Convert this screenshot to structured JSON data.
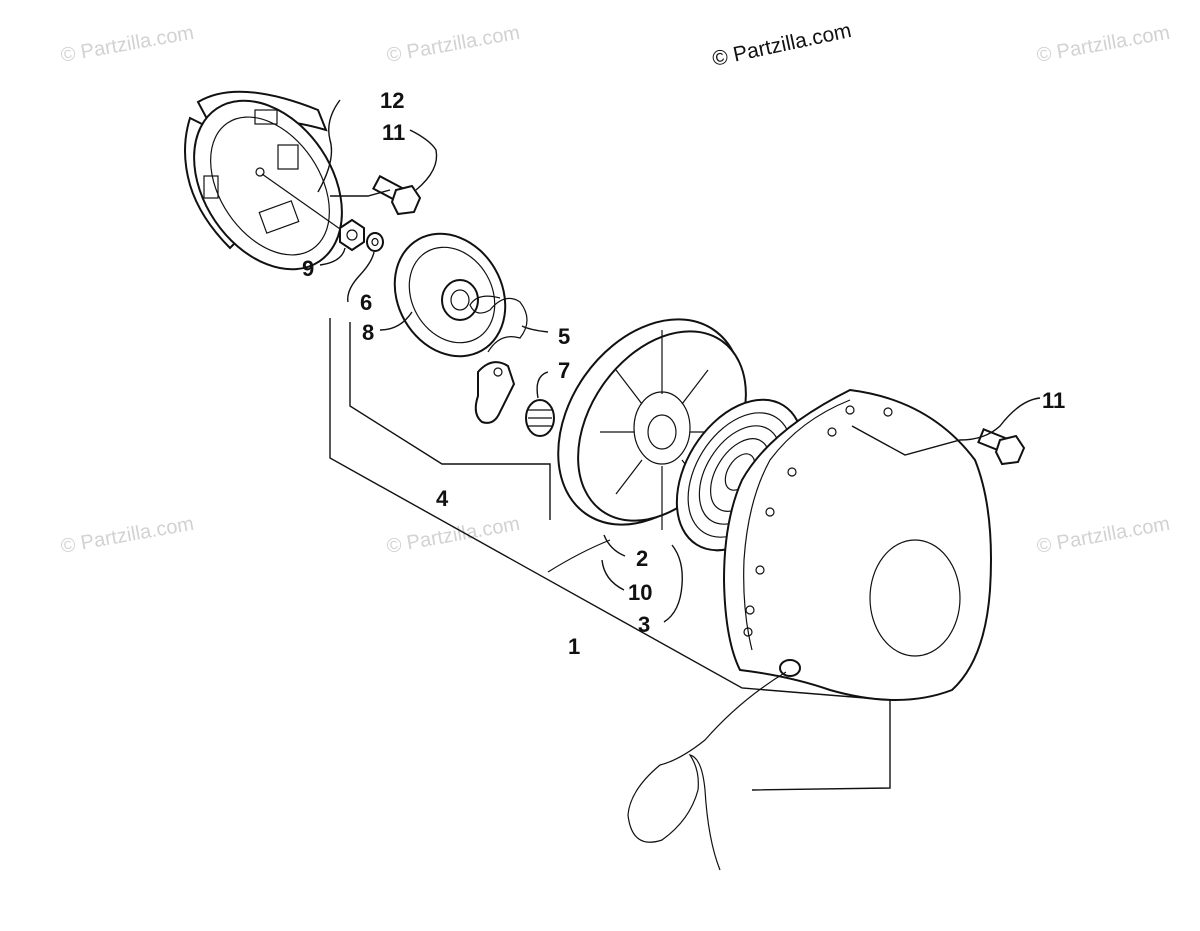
{
  "credit": "© Partzilla.com",
  "watermark": "© Partzilla.com",
  "callouts": [
    "12",
    "11",
    "9",
    "6",
    "8",
    "5",
    "7",
    "4",
    "11",
    "2",
    "10",
    "3",
    "1"
  ],
  "colors": {
    "ink": "#111111",
    "watermark": "#d2d2d2",
    "background": "#ffffff"
  }
}
